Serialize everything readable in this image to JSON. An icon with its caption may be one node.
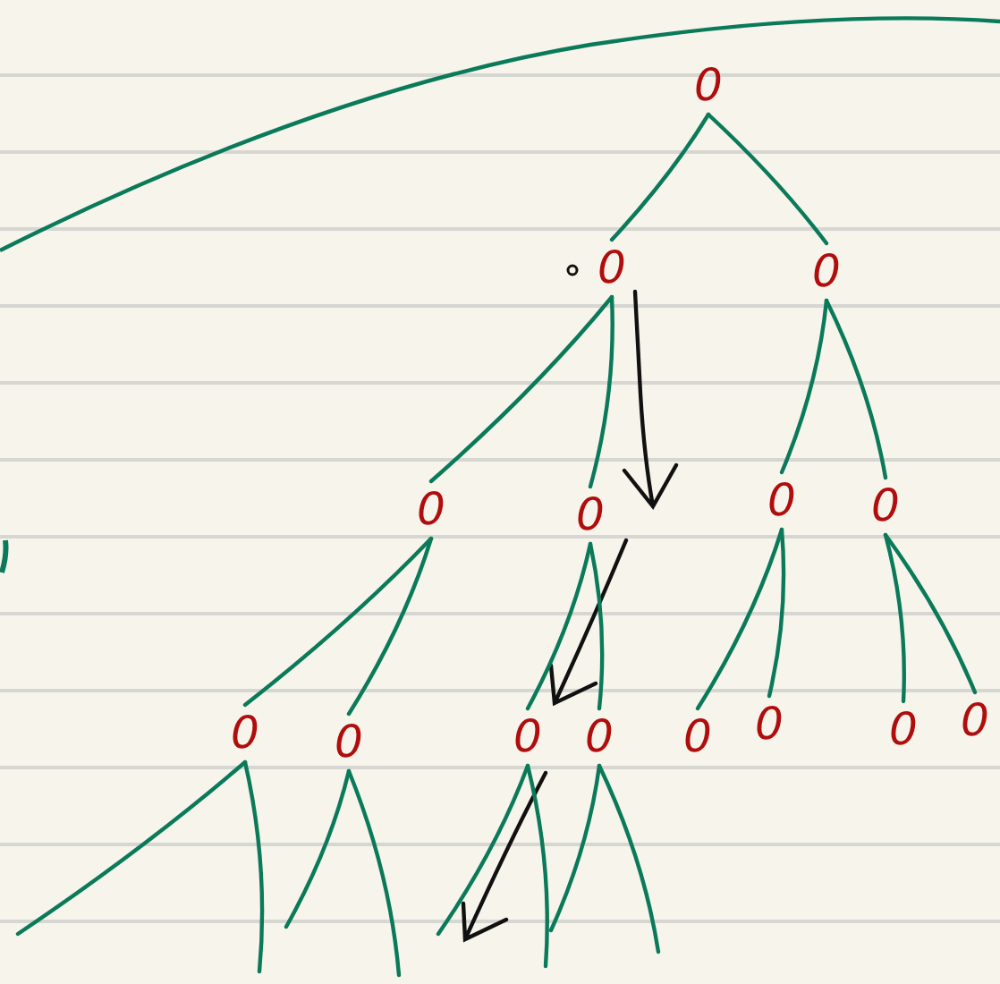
{
  "diagram": {
    "nodes": [
      {
        "text": [
          "0"
        ]
      },
      {
        "text": [
          "0"
        ]
      },
      {
        "text": [
          "0"
        ]
      },
      {
        "text": [
          "0"
        ]
      },
      {
        "text": [
          "0"
        ]
      },
      {
        "text": [
          "0"
        ]
      },
      {
        "text": [
          "0"
        ]
      },
      {
        "text": [
          "0"
        ]
      },
      {
        "text": [
          "0"
        ]
      },
      {
        "text": [
          "0"
        ]
      },
      {
        "text": [
          "0"
        ]
      },
      {
        "text": [
          "0"
        ]
      },
      {
        "text": [
          "0"
        ]
      },
      {
        "text": [
          "0"
        ]
      },
      {
        "text": [
          "0"
        ]
      }
    ],
    "edges": [
      {
        "from": 0,
        "to": 1,
        "arrow": "none"
      },
      {
        "from": 0,
        "to": 2,
        "arrow": "none"
      },
      {
        "from": 1,
        "to": 3,
        "arrow": "none"
      },
      {
        "from": 1,
        "to": 4,
        "arrow": "none"
      },
      {
        "from": 2,
        "to": 5,
        "arrow": "none"
      },
      {
        "from": 2,
        "to": 6,
        "arrow": "none"
      },
      {
        "from": 3,
        "to": 7,
        "arrow": "none"
      },
      {
        "from": 3,
        "to": 8,
        "arrow": "none"
      },
      {
        "from": 4,
        "to": 9,
        "arrow": "none"
      },
      {
        "from": 4,
        "to": 10,
        "arrow": "none"
      },
      {
        "from": 5,
        "to": 11,
        "arrow": "none"
      },
      {
        "from": 5,
        "to": 12,
        "arrow": "none"
      },
      {
        "from": 6,
        "to": 13,
        "arrow": "none"
      },
      {
        "from": 6,
        "to": 14,
        "arrow": "none"
      },
      {
        "from": 7,
        "to": null,
        "arrow": "none"
      },
      {
        "from": 7,
        "to": null,
        "arrow": "none"
      },
      {
        "from": 8,
        "to": null,
        "arrow": "none"
      },
      {
        "from": 8,
        "to": null,
        "arrow": "none"
      },
      {
        "from": 9,
        "to": null,
        "arrow": "none"
      },
      {
        "from": 9,
        "to": null,
        "arrow": "none"
      },
      {
        "from": 10,
        "to": null,
        "arrow": "none"
      },
      {
        "from": 10,
        "to": null,
        "arrow": "none"
      }
    ]
  }
}
